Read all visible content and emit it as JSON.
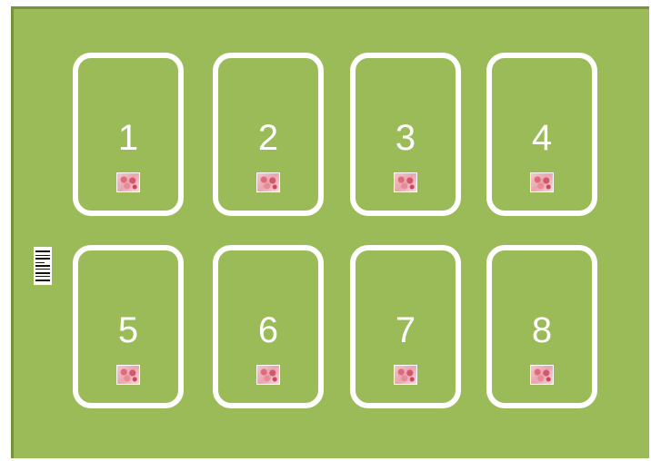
{
  "board": {
    "background_color": "#9bbb59",
    "card_border_color": "#ffffff",
    "barcode_icon": "barcode-icon",
    "thumbnail_icon": "floral-thumbnail-icon"
  },
  "cards": [
    {
      "number": "1"
    },
    {
      "number": "2"
    },
    {
      "number": "3"
    },
    {
      "number": "4"
    },
    {
      "number": "5"
    },
    {
      "number": "6"
    },
    {
      "number": "7"
    },
    {
      "number": "8"
    }
  ]
}
